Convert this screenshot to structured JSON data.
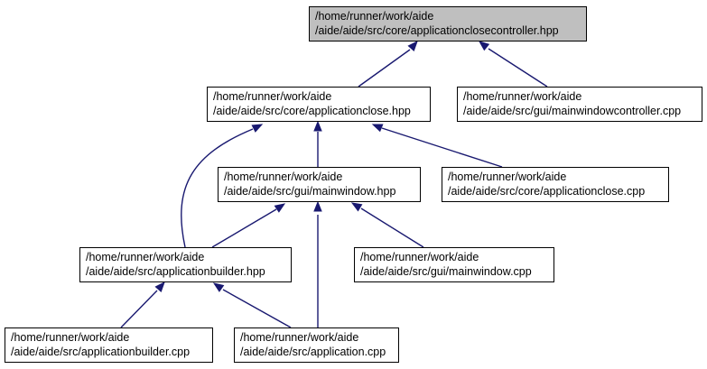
{
  "graph": {
    "nodes": [
      {
        "id": "n1",
        "line1": "/home/runner/work/aide",
        "line2": "/aide/aide/src/core/applicationclosecontroller.hpp",
        "highlight": true
      },
      {
        "id": "n2",
        "line1": "/home/runner/work/aide",
        "line2": "/aide/aide/src/core/applicationclose.hpp",
        "highlight": false
      },
      {
        "id": "n3",
        "line1": "/home/runner/work/aide",
        "line2": "/aide/aide/src/gui/mainwindowcontroller.cpp",
        "highlight": false
      },
      {
        "id": "n4",
        "line1": "/home/runner/work/aide",
        "line2": "/aide/aide/src/gui/mainwindow.hpp",
        "highlight": false
      },
      {
        "id": "n5",
        "line1": "/home/runner/work/aide",
        "line2": "/aide/aide/src/core/applicationclose.cpp",
        "highlight": false
      },
      {
        "id": "n6",
        "line1": "/home/runner/work/aide",
        "line2": "/aide/aide/src/applicationbuilder.hpp",
        "highlight": false
      },
      {
        "id": "n7",
        "line1": "/home/runner/work/aide",
        "line2": "/aide/aide/src/gui/mainwindow.cpp",
        "highlight": false
      },
      {
        "id": "n8",
        "line1": "/home/runner/work/aide",
        "line2": "/aide/aide/src/applicationbuilder.cpp",
        "highlight": false
      },
      {
        "id": "n9",
        "line1": "/home/runner/work/aide",
        "line2": "/aide/aide/src/application.cpp",
        "highlight": false
      }
    ],
    "edges": [
      {
        "from": "n2",
        "to": "n1"
      },
      {
        "from": "n3",
        "to": "n1"
      },
      {
        "from": "n4",
        "to": "n2"
      },
      {
        "from": "n5",
        "to": "n2"
      },
      {
        "from": "n6",
        "to": "n2"
      },
      {
        "from": "n6",
        "to": "n4"
      },
      {
        "from": "n7",
        "to": "n4"
      },
      {
        "from": "n9",
        "to": "n4"
      },
      {
        "from": "n8",
        "to": "n6"
      },
      {
        "from": "n9",
        "to": "n6"
      }
    ],
    "colors": {
      "edge": "#191970",
      "root_fill": "#bfbfbf",
      "node_fill": "#ffffff",
      "border": "#000000"
    }
  }
}
